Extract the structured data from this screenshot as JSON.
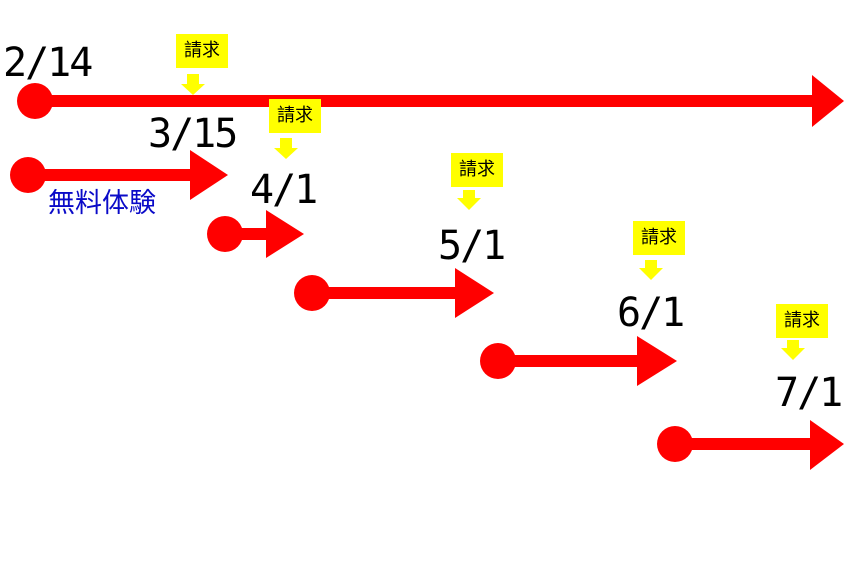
{
  "colors": {
    "arrow": "#ff0000",
    "billing_callout": "#ffff00",
    "billing_pointer": "#ffff00",
    "trial_label": "#0a0ac8",
    "date_text": "#000000"
  },
  "billing_label": "請求",
  "trial_label": "無料体験",
  "periods": [
    {
      "start_date": "2/14",
      "billing_date_label": "3/15"
    },
    {
      "start_date": "3/15",
      "note": "無料体験"
    },
    {
      "start_date": "4/1"
    },
    {
      "start_date": "5/1"
    },
    {
      "start_date": "6/1"
    },
    {
      "start_date": "7/1"
    }
  ],
  "dates": [
    "2/14",
    "3/15",
    "4/1",
    "5/1",
    "6/1",
    "7/1"
  ],
  "callouts": [
    "請求",
    "請求",
    "請求",
    "請求",
    "請求"
  ]
}
